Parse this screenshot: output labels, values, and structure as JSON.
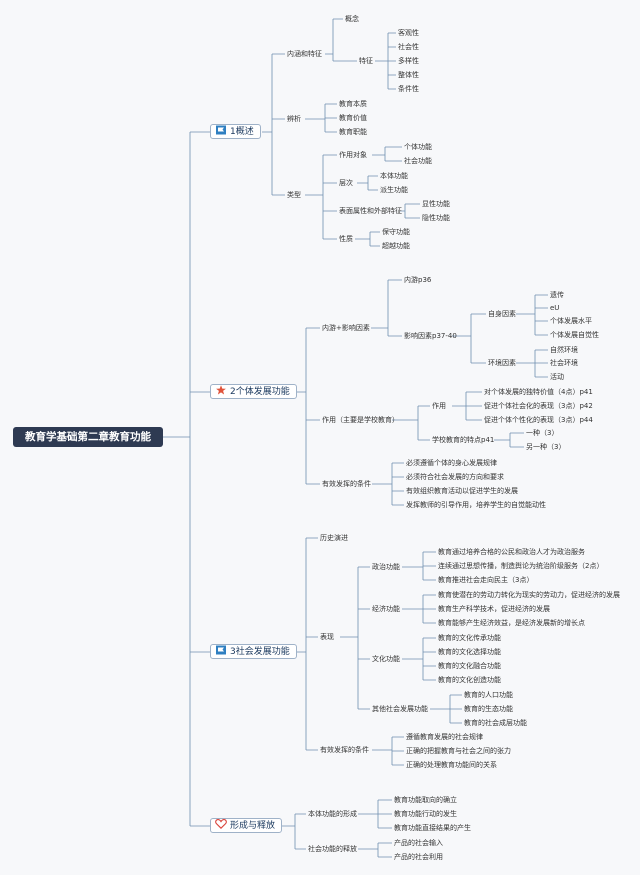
{
  "root": {
    "title": "教育学基础第二章教育功能"
  },
  "colors": {
    "line": "#6f8fb0",
    "root_bg": "#2e3a52",
    "flag": "#2f7fc1",
    "star": "#e0533a",
    "heart": "#d9433b"
  },
  "branches": [
    {
      "label": "1概述",
      "icon": "flag-icon"
    },
    {
      "label": "2个体发展功能",
      "icon": "star-icon"
    },
    {
      "label": "3社会发展功能",
      "icon": "flag-icon"
    },
    {
      "label": "形成与释放",
      "icon": "heart-icon"
    }
  ],
  "b1": {
    "neihan": "内涵和特征",
    "gainian": "概念",
    "tezheng": "特征",
    "tezheng_items": [
      "客观性",
      "社会性",
      "多样性",
      "整体性",
      "条件性"
    ],
    "bianxi": "辨析",
    "bianxi_items": [
      "教育本质",
      "教育价值",
      "教育职能"
    ],
    "leixing": "类型",
    "zuoyong": "作用对象",
    "zuoyong_items": [
      "个体功能",
      "社会功能"
    ],
    "cengci": "层次",
    "cengci_items": [
      "本体功能",
      "派生功能"
    ],
    "biaomian": "表面属性和外部特征",
    "biaomian_items": [
      "显性功能",
      "隐性功能"
    ],
    "xingzhi": "性质",
    "xingzhi_items": [
      "保守功能",
      "超越功能"
    ]
  },
  "b2": {
    "neiyin": "内游+影响因素",
    "neiyou": "内游p36",
    "yingxiang": "影响因素p37-40",
    "ziyin": "自身因素",
    "ziyin_items": [
      "遗传",
      "eU",
      "个体发展水平",
      "个体发展自觉性"
    ],
    "huanjing": "环境因素",
    "huanjing_items": [
      "自然环境",
      "社会环境",
      "活动"
    ],
    "zuoyongmain": "作用（主要是学校教育）",
    "zuoyong": "作用",
    "zuoyong_items": [
      "对个体发展的独特价值（4点）p41",
      "促进个体社会化的表现（3点）p42",
      "促进个体个性化的表现（3点）p44"
    ],
    "xuexiao": "学校教育的特点p41",
    "xuexiao_items": [
      "一种（3）",
      "另一种（3）"
    ],
    "youxiao": "有效发挥的条件",
    "youxiao_items": [
      "必须遵循个体的身心发展规律",
      "必须符合社会发展的方向和要求",
      "有效组织教育活动以促进学生的发展",
      "发挥教师的引导作用，培养学生的自觉能动性"
    ]
  },
  "b3": {
    "lishi": "历史演进",
    "biaoxian": "表现",
    "zhengzhi": "政治功能",
    "zhengzhi_items": [
      "教育通过培养合格的公民和政治人才为政治服务",
      "连续通过思想传播，制造舆论为统治阶级服务（2点）",
      "教育推进社会走向民主（3点）"
    ],
    "jingji": "经济功能",
    "jingji_items": [
      "教育使潜在的劳动力转化为现实的劳动力，促进经济的发展",
      "教育生产科学技术，促进经济的发展",
      "教育能够产生经济效益，是经济发展新的增长点"
    ],
    "wenhua": "文化功能",
    "wenhua_items": [
      "教育的文化传承功能",
      "教育的文化选择功能",
      "教育的文化融合功能",
      "教育的文化创造功能"
    ],
    "qita": "其他社会发展功能",
    "qita_items": [
      "教育的人口功能",
      "教育的生态功能",
      "教育的社会成层功能"
    ],
    "youxiao": "有效发挥的条件",
    "youxiao_items": [
      "遵循教育发展的社会规律",
      "正确的把握教育与社会之间的张力",
      "正确的处理教育功能间的关系"
    ]
  },
  "b4": {
    "benti": "本体功能的形成",
    "benti_items": [
      "教育功能取向的确立",
      "教育功能行动的发生",
      "教育功能直接结果的产生"
    ],
    "shehui": "社会功能的释放",
    "shehui_items": [
      "产品的社会输入",
      "产品的社会利用"
    ]
  }
}
